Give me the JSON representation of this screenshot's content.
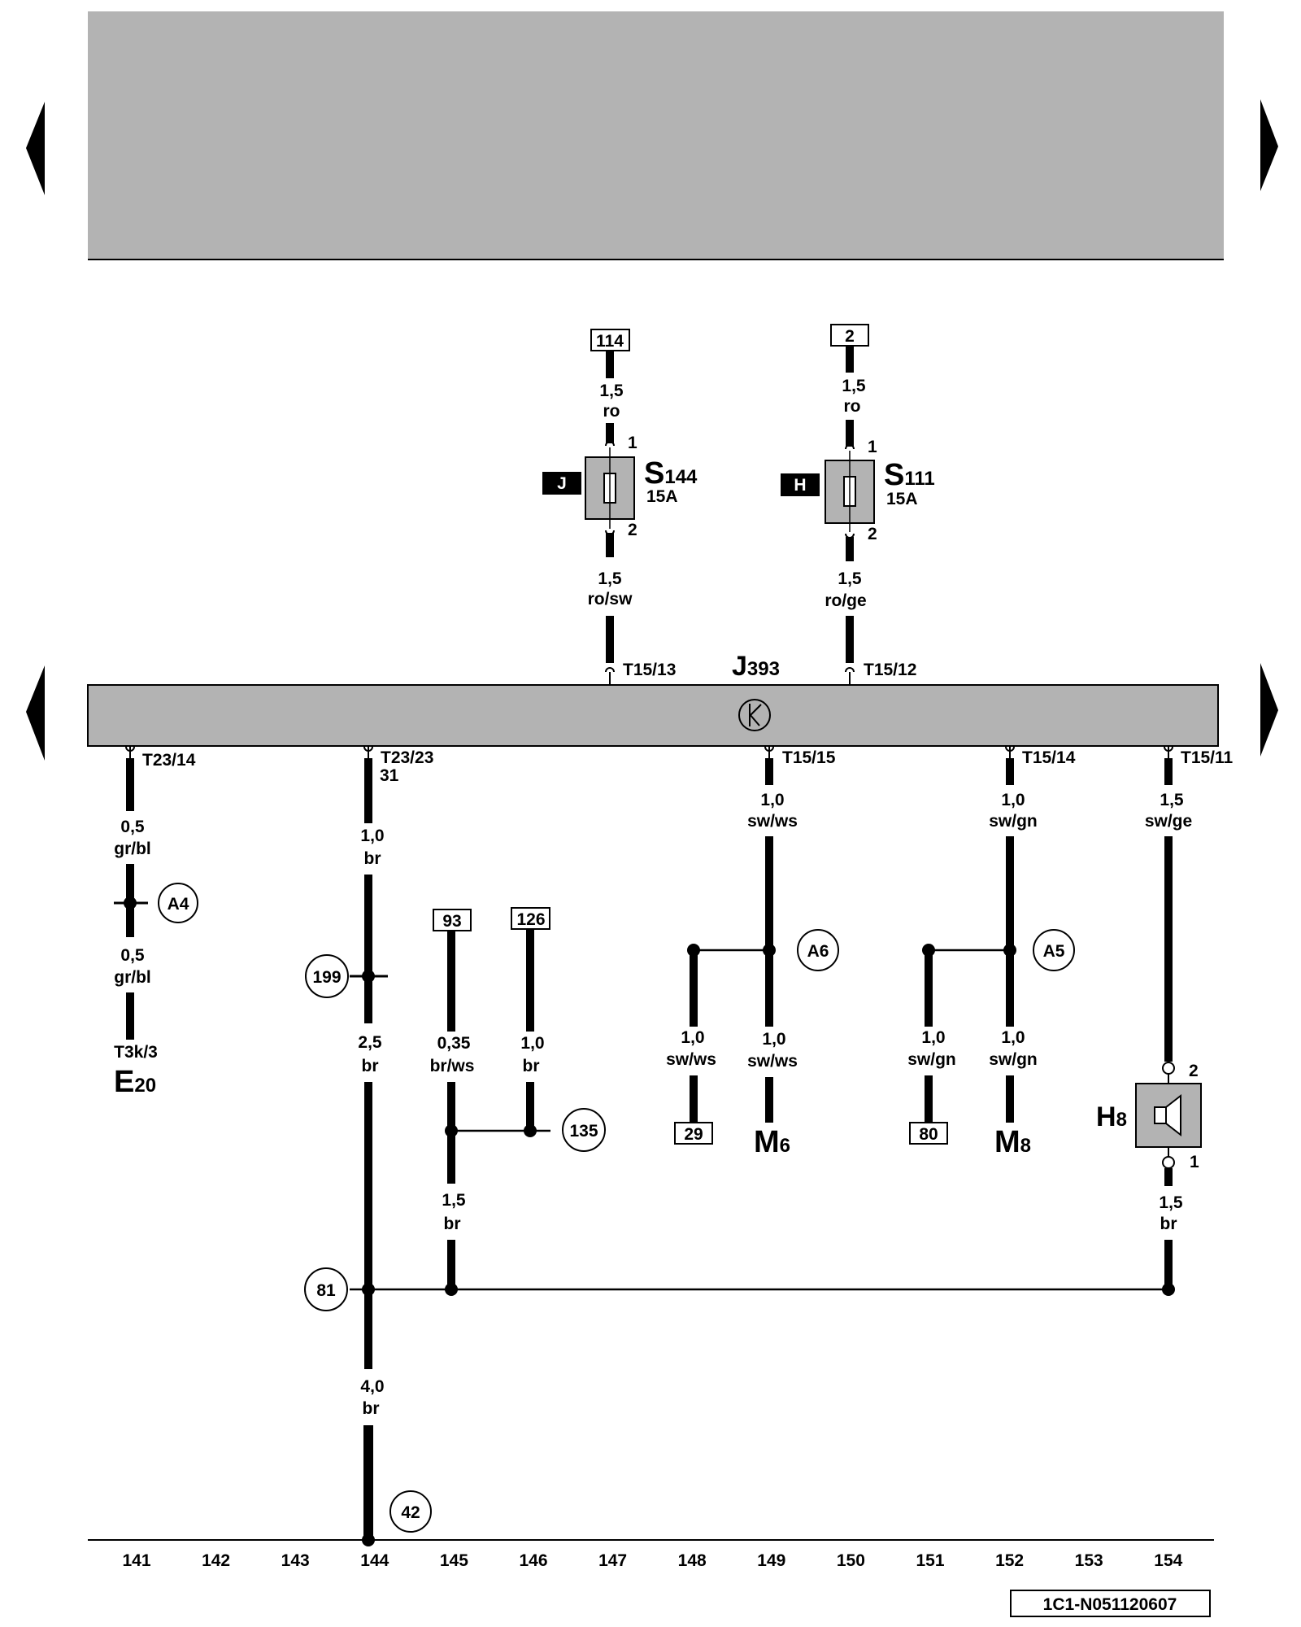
{
  "page_code": "1C1-N051120607",
  "colors": {
    "panel": "#b3b3b3",
    "wire": "#000000",
    "fuse_fill": "#b3b3b3",
    "bg": "#ffffff"
  },
  "nav": {
    "left_icon": "triangle-left-icon",
    "right_icon": "triangle-right-icon"
  },
  "control_unit": {
    "letter": "J",
    "sub": "393",
    "symbol": "clock-icon",
    "connectors_top": [
      "T15/13",
      "T15/12"
    ],
    "connectors_bottom": [
      "T23/14",
      "T23/23",
      "T15/15",
      "T15/14",
      "T15/11"
    ],
    "connector_extra": "31"
  },
  "fuses": [
    {
      "letter": "S",
      "sub": "144",
      "rating": "15A",
      "holder": "J",
      "ref_top": "114",
      "pin_top": "1",
      "pin_bottom": "2",
      "wire_in": {
        "size": "1,5",
        "color": "ro"
      },
      "wire_out": {
        "size": "1,5",
        "color": "ro/sw"
      }
    },
    {
      "letter": "S",
      "sub": "111",
      "rating": "15A",
      "holder": "H",
      "ref_top": "2",
      "pin_top": "1",
      "pin_bottom": "2",
      "wire_in": {
        "size": "1,5",
        "color": "ro"
      },
      "wire_out": {
        "size": "1,5",
        "color": "ro/ge"
      }
    }
  ],
  "wires": {
    "w141a": {
      "size": "0,5",
      "color": "gr/bl"
    },
    "w141b": {
      "size": "0,5",
      "color": "gr/bl"
    },
    "w144a": {
      "size": "1,0",
      "color": "br"
    },
    "w144b": {
      "size": "2,5",
      "color": "br"
    },
    "w144c": {
      "size": "4,0",
      "color": "br"
    },
    "w145a": {
      "size": "0,35",
      "color": "br/ws"
    },
    "w145b": {
      "size": "1,5",
      "color": "br"
    },
    "w146": {
      "size": "1,0",
      "color": "br"
    },
    "w149top": {
      "size": "1,0",
      "color": "sw/ws"
    },
    "w148": {
      "size": "1,0",
      "color": "sw/ws"
    },
    "w149": {
      "size": "1,0",
      "color": "sw/ws"
    },
    "w152top": {
      "size": "1,0",
      "color": "sw/gn"
    },
    "w151": {
      "size": "1,0",
      "color": "sw/gn"
    },
    "w152": {
      "size": "1,0",
      "color": "sw/gn"
    },
    "w154top": {
      "size": "1,5",
      "color": "sw/ge"
    },
    "w154bot": {
      "size": "1,5",
      "color": "br"
    }
  },
  "circles": [
    "A4",
    "199",
    "A6",
    "A5",
    "135",
    "81",
    "42"
  ],
  "refs": [
    "93",
    "126",
    "29",
    "80"
  ],
  "components": {
    "E20": {
      "connector": "T3k/3",
      "letter": "E",
      "sub": "20"
    },
    "M6": {
      "letter": "M",
      "sub": "6"
    },
    "M8": {
      "letter": "M",
      "sub": "8"
    },
    "H8": {
      "letter": "H",
      "sub": "8",
      "pin_top": "2",
      "pin_bottom": "1",
      "symbol": "horn-icon"
    }
  },
  "grid_numbers": [
    "141",
    "142",
    "143",
    "144",
    "145",
    "146",
    "147",
    "148",
    "149",
    "150",
    "151",
    "152",
    "153",
    "154"
  ]
}
